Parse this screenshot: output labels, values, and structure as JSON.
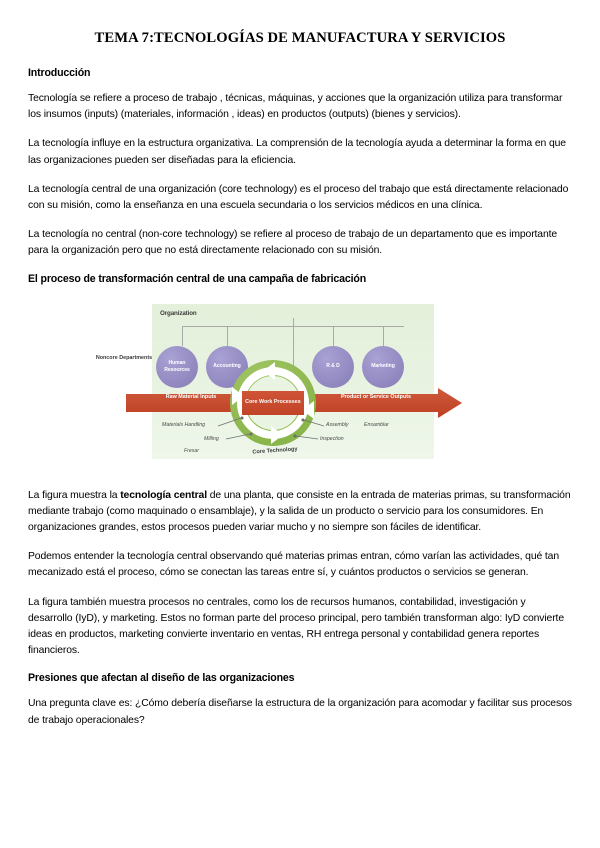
{
  "document": {
    "title": "TEMA 7:TECNOLOGÍAS DE MANUFACTURA Y SERVICIOS",
    "sections": {
      "intro_heading": "Introducción",
      "figure_heading": "El proceso de transformación central de una campaña de fabricación",
      "pressures_heading": "Presiones que afectan al diseño de las organizaciones"
    },
    "paragraphs": {
      "p1": "Tecnología se refiere a proceso de trabajo ,  técnicas, máquinas, y acciones que la organización utiliza para transformar los insumos (inputs) (materiales, información , ideas) en productos (outputs) (bienes y servicios).",
      "p2": "La tecnología influye en la estructura organizativa.  La comprensión de la tecnología ayuda a determinar la forma en que las organizaciones pueden ser diseñadas para la eficiencia.",
      "p3": "La tecnología central de una organización (core technology) es el proceso del trabajo que está directamente relacionado con su misión, como la enseñanza en una escuela secundaria o los servicios médicos en una clínica.",
      "p4": "La tecnología no central (non-core technology) se refiere al proceso de trabajo de un departamento que es importante para la organización pero que no está directamente relacionado con su misión.",
      "p5_a": "La figura muestra la ",
      "p5_bold": "tecnología central",
      "p5_b": " de una planta, que consiste en la entrada de materias primas, su transformación mediante trabajo (como maquinado o ensamblaje), y la salida de un producto o servicio para los consumidores. En organizaciones grandes, estos procesos pueden variar mucho y no siempre son fáciles de identificar.",
      "p6": "Podemos entender la tecnología central observando qué materias primas entran, cómo varían las actividades, qué tan mecanizado está el proceso, cómo se conectan las tareas entre sí, y cuántos productos o servicios se generan.",
      "p7": "La figura también muestra procesos no centrales, como los de recursos humanos, contabilidad, investigación y desarrollo (IyD), y marketing. Estos no forman parte del proceso principal, pero también transforman algo: IyD convierte ideas en productos, marketing convierte inventario en ventas, RH entrega personal y contabilidad genera reportes financieros.",
      "p8": "Una pregunta clave es: ¿Cómo debería diseñarse la estructura de la organización para acomodar y facilitar sus procesos de trabajo operacionales?"
    }
  },
  "figure": {
    "organization_label": "Organization",
    "noncore_label": "Noncore Departments",
    "departments": [
      {
        "label": "Human Resources"
      },
      {
        "label": "Accounting"
      },
      {
        "label": "R & D"
      },
      {
        "label": "Marketing"
      }
    ],
    "input_arrow_label": "Raw Material Inputs",
    "output_arrow_label": "Product or Service Outputs",
    "core_box_label": "Core Work Processes",
    "core_technology_label": "Core Technology",
    "annotations": {
      "materials_handling": "Materials Handling",
      "milling": "Milling",
      "freeze": "Fresar",
      "assembly": "Assembly",
      "ensamblar": "Ensamblar",
      "inspection": "Inspection"
    },
    "colors": {
      "panel_green": "#e9f3e2",
      "ring_green": "#8ab54a",
      "circle_purple": "#8e85bd",
      "arrow_red": "#c8492b"
    }
  }
}
